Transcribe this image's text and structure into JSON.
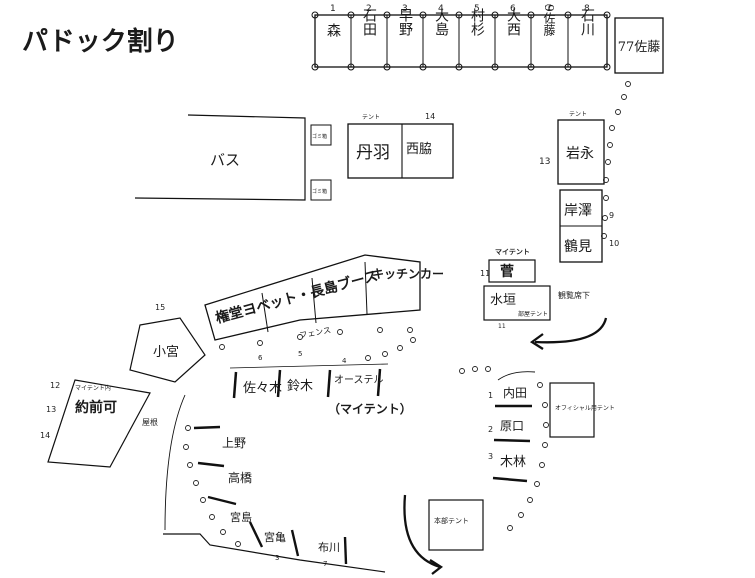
{
  "title": "パドック割り",
  "bus_label": "バス",
  "trash": [
    "ゴミ箱",
    "ゴミ箱"
  ],
  "top_stalls": [
    {
      "num": "1",
      "name": "森"
    },
    {
      "num": "2",
      "name": "石田"
    },
    {
      "num": "3",
      "name": "早野"
    },
    {
      "num": "4",
      "name": "大島"
    },
    {
      "num": "5",
      "name": "村杉"
    },
    {
      "num": "6",
      "name": "大西"
    },
    {
      "num": "7",
      "name": "9佐藤"
    },
    {
      "num": "8",
      "name": "石川"
    },
    {
      "num": "",
      "name": "77佐藤"
    }
  ],
  "center_left": {
    "tent": "テント",
    "name": "丹羽"
  },
  "center_right": {
    "num": "14",
    "name": "西脇"
  },
  "right_top": {
    "tent": "テント",
    "num": "13",
    "name": "岩永"
  },
  "right_mid": [
    {
      "num": "9",
      "name": "岸澤"
    },
    {
      "num": "10",
      "name": "鶴見"
    }
  ],
  "magtent_label": "マイテント",
  "suga": {
    "num": "11",
    "name": "菅"
  },
  "mizuho": {
    "name": "水垣",
    "note": "部屋テント",
    "num": "11"
  },
  "note_right": "観覧席下",
  "diag_row": "権堂ヨベット・長島ブース",
  "kitchen": "キッチンカー",
  "fence": "フェンス",
  "num_15": "15",
  "komiya": "小宮",
  "left_box_nums": [
    "12",
    "13",
    "14"
  ],
  "left_box_tent": "マイテント内",
  "left_box_name": "約前可",
  "yane": "屋根",
  "small_nums": [
    "6",
    "5",
    "4"
  ],
  "middle_names": [
    "佐々木",
    "鈴木",
    "オーステル"
  ],
  "middle_note": "（マイテント）",
  "left_col": [
    "上野",
    "高橋",
    "宮島",
    "宮亀",
    "布川"
  ],
  "bottom_nums": [
    "3",
    "7"
  ],
  "right_col": [
    {
      "num": "1",
      "name": "内田"
    },
    {
      "num": "2",
      "name": "原口"
    },
    {
      "num": "3",
      "name": "木林"
    }
  ],
  "official_tent": "オフィシャル用テント",
  "night_tent": "本部テント"
}
